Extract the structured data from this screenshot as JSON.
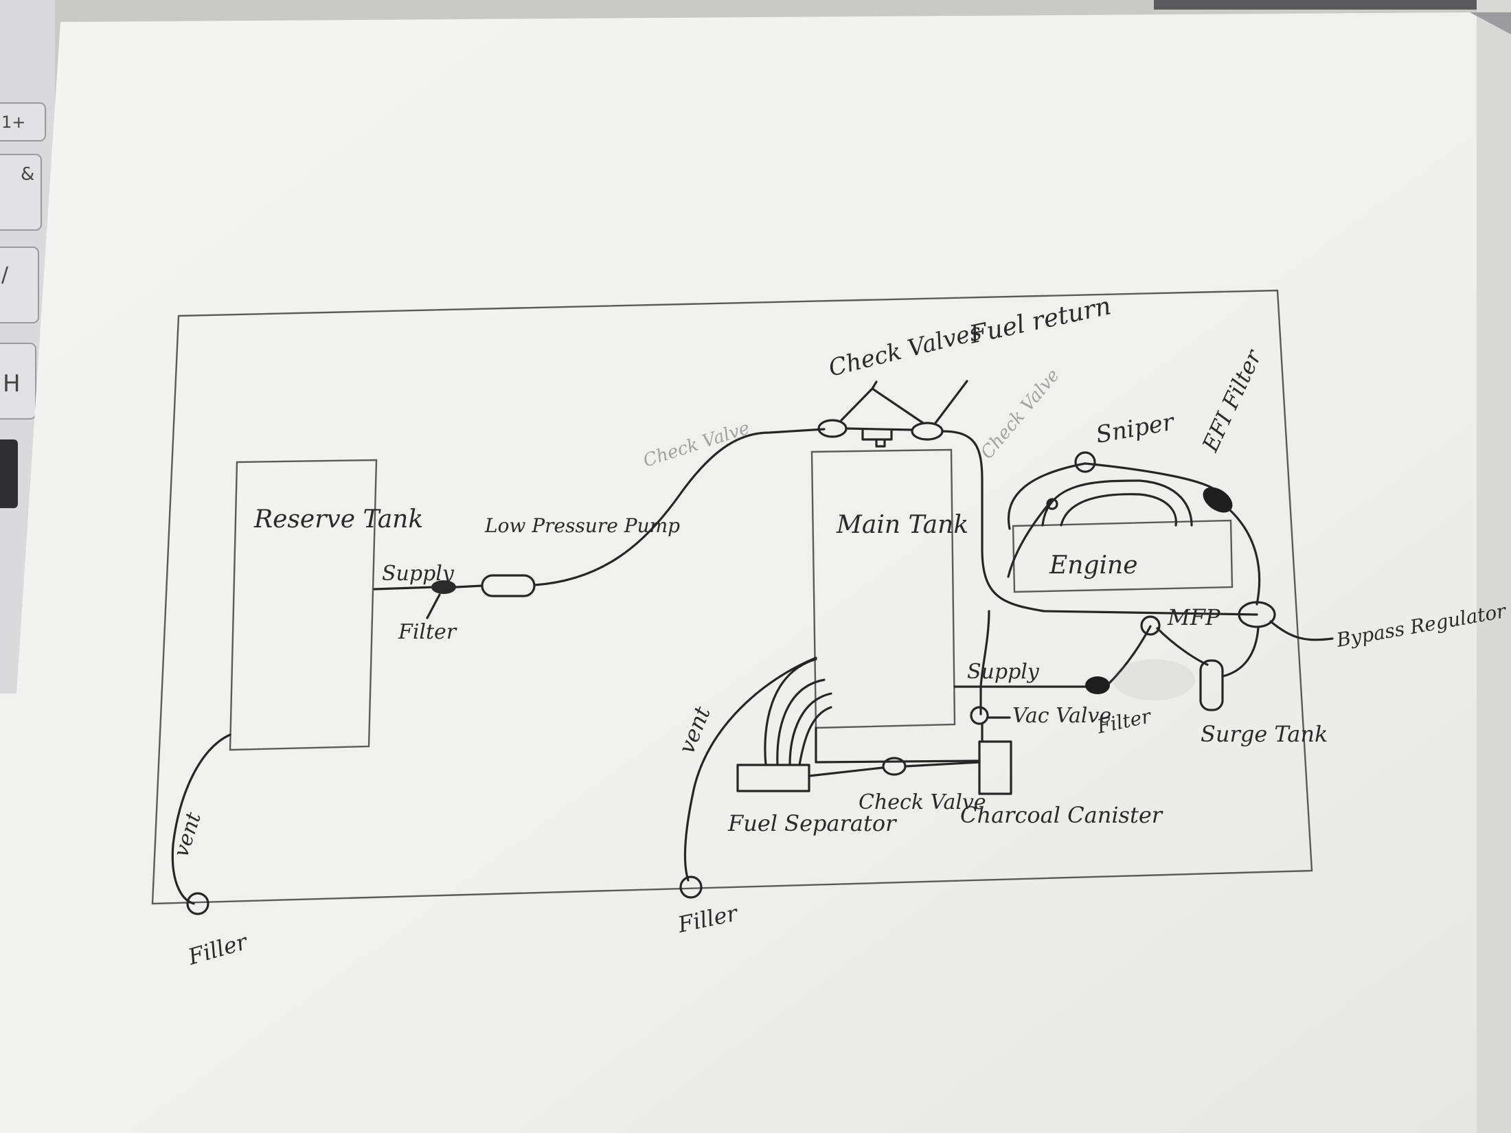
{
  "keyboard": {
    "keys": [
      "1+",
      "&",
      "/",
      "H"
    ]
  },
  "labels": {
    "reserve_tank": "Reserve Tank",
    "supply_left": "Supply",
    "filter_left": "Filter",
    "low_pressure_pump": "Low Pressure Pump",
    "check_valve_faint_left": "Check Valve",
    "check_valves": "Check Valves",
    "fuel_return": "Fuel return",
    "check_valve_faint_right": "Check Valve",
    "main_tank": "Main Tank",
    "sniper": "Sniper",
    "efi_filter": "EFI Filter",
    "engine": "Engine",
    "mfp": "MFP",
    "bypass_regulator": "Bypass Regulator",
    "supply_right": "Supply",
    "vac_valve": "Vac Valve",
    "filter_right": "Filter",
    "surge_tank": "Surge Tank",
    "vent_left": "vent",
    "vent_main": "vent",
    "fuel_separator": "Fuel Separator",
    "check_valve_bottom": "Check Valve",
    "charcoal_canister": "Charcoal Canister",
    "filler_left": "Filler",
    "filler_main": "Filler"
  },
  "colors": {
    "paper": "#f2f2f0",
    "ink": "#262626",
    "pencil": "#5a5a5a",
    "background": "#c9c9c7"
  }
}
